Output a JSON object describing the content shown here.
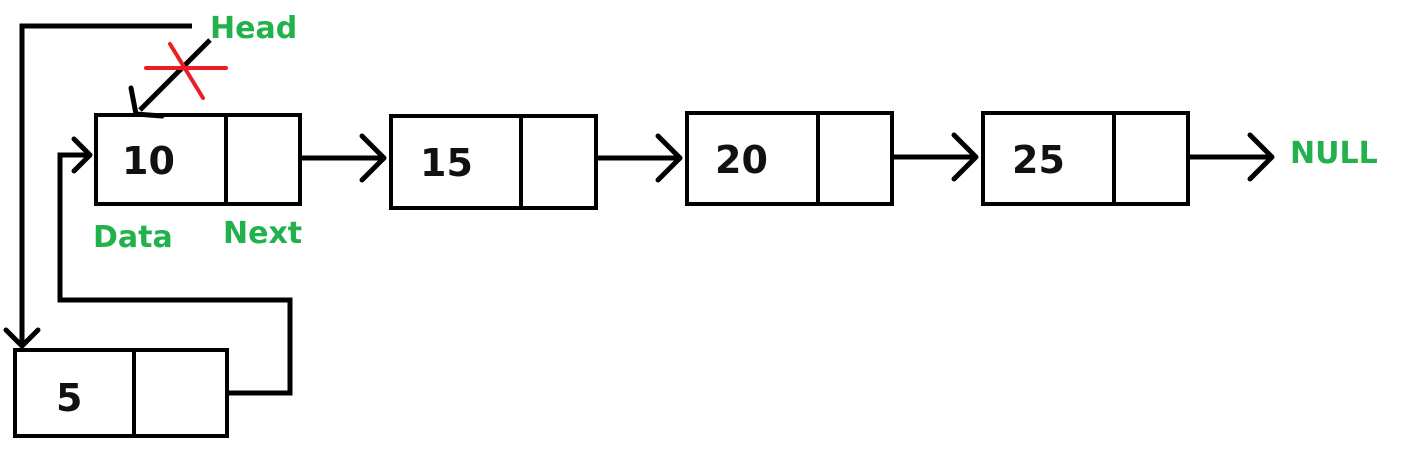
{
  "colors": {
    "label": "#22b14c",
    "cross": "#ed1c24",
    "stroke": "#000000"
  },
  "labels": {
    "head": "Head",
    "null": "NULL",
    "data": "Data",
    "next": "Next"
  },
  "nodes": [
    {
      "value": "10"
    },
    {
      "value": "15"
    },
    {
      "value": "20"
    },
    {
      "value": "25"
    },
    {
      "value": "5"
    }
  ]
}
